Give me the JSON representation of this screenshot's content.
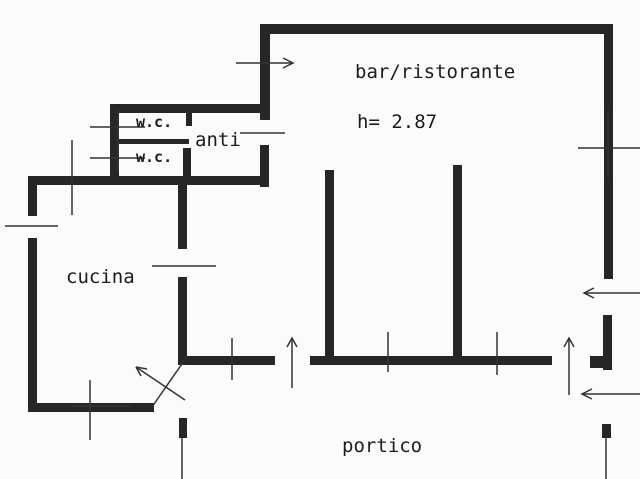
{
  "rooms": {
    "bar": "bar/ristorante",
    "height": "h= 2.87",
    "wc_upper": "w.c.",
    "wc_lower": "w.c.",
    "anti": "anti",
    "kitchen": "cucina",
    "porch": "portico"
  },
  "colors": {
    "wall": "#262626",
    "line": "#333333",
    "paper": "#fbfbfb"
  }
}
